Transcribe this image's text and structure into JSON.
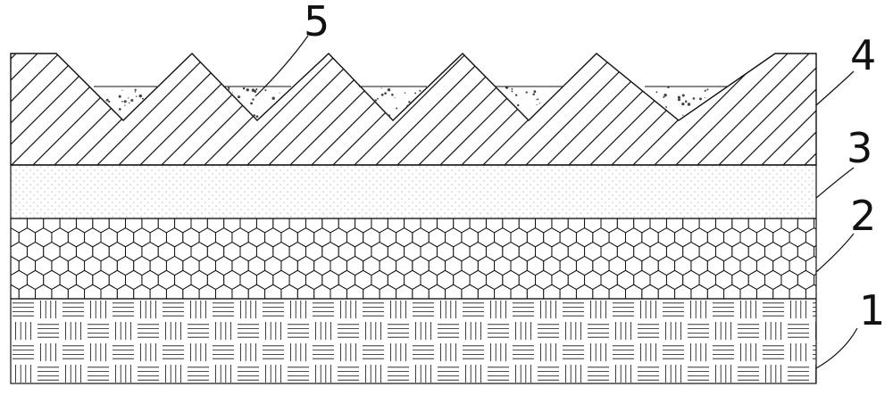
{
  "figure": {
    "callouts": [
      {
        "id": "1",
        "label": "1",
        "layer": "layer-1"
      },
      {
        "id": "2",
        "label": "2",
        "layer": "layer-2"
      },
      {
        "id": "3",
        "label": "3",
        "layer": "layer-3"
      },
      {
        "id": "4",
        "label": "4",
        "layer": "layer-4"
      },
      {
        "id": "5",
        "label": "5",
        "layer": "layer-5"
      }
    ],
    "layers": [
      {
        "id": "layer-1",
        "pattern": "woven-basketweave"
      },
      {
        "id": "layer-2",
        "pattern": "hexagonal-honeycomb"
      },
      {
        "id": "layer-3",
        "pattern": "fine-dots"
      },
      {
        "id": "layer-4",
        "pattern": "diagonal-hatch",
        "profile": "zigzag-teeth"
      },
      {
        "id": "layer-5",
        "pattern": "speckled-fill",
        "location": "valleys-of-layer-4"
      }
    ],
    "colors": {
      "line": "#111111",
      "background": "#ffffff",
      "speckle": "#444444"
    }
  }
}
